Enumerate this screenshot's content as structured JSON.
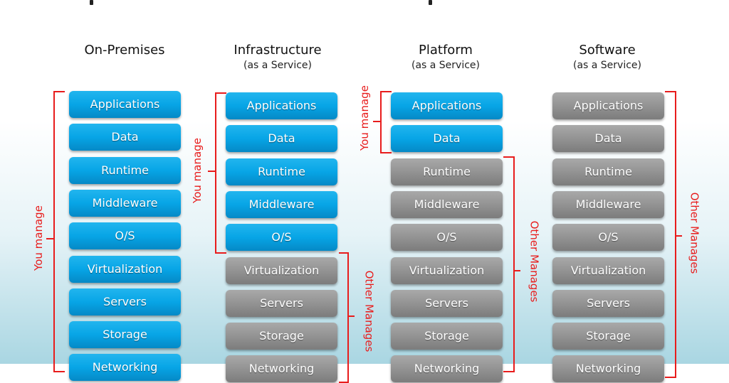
{
  "colors": {
    "managed_by_you": "#07a5e6",
    "managed_by_other": "#939393",
    "bracket": "#e81c1c"
  },
  "columns": [
    {
      "title": "On-Premises",
      "subtitle": "",
      "layers": [
        "Applications",
        "Data",
        "Runtime",
        "Middleware",
        "O/S",
        "Virtualization",
        "Servers",
        "Storage",
        "Networking"
      ],
      "you_manage_count": 9,
      "labels": {
        "you": "You manage"
      }
    },
    {
      "title": "Infrastructure",
      "subtitle": "(as a Service)",
      "layers": [
        "Applications",
        "Data",
        "Runtime",
        "Middleware",
        "O/S",
        "Virtualization",
        "Servers",
        "Storage",
        "Networking"
      ],
      "you_manage_count": 5,
      "labels": {
        "you": "You manage",
        "other": "Other Manages"
      }
    },
    {
      "title": "Platform",
      "subtitle": "(as a Service)",
      "layers": [
        "Applications",
        "Data",
        "Runtime",
        "Middleware",
        "O/S",
        "Virtualization",
        "Servers",
        "Storage",
        "Networking"
      ],
      "you_manage_count": 2,
      "labels": {
        "you": "You manage",
        "other": "Other Manages"
      }
    },
    {
      "title": "Software",
      "subtitle": "(as a Service)",
      "layers": [
        "Applications",
        "Data",
        "Runtime",
        "Middleware",
        "O/S",
        "Virtualization",
        "Servers",
        "Storage",
        "Networking"
      ],
      "you_manage_count": 0,
      "labels": {
        "other": "Other Manages"
      }
    }
  ]
}
